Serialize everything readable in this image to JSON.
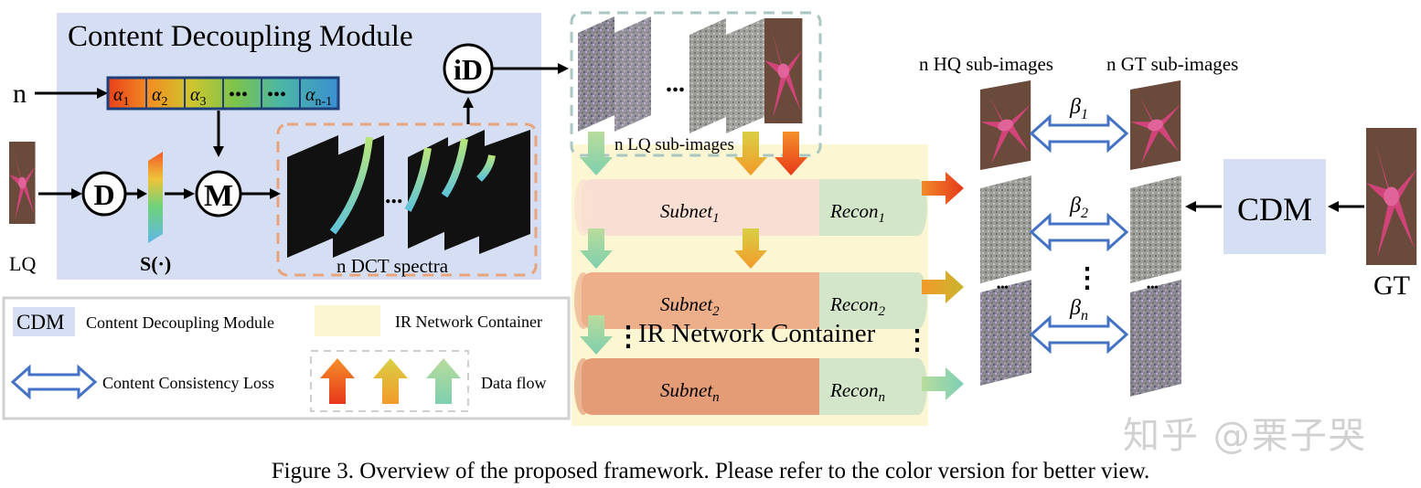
{
  "cdm_panel": {
    "title": "Content Decoupling Module",
    "n_input": "n",
    "alphas": [
      "α",
      "α",
      "α",
      "•••",
      "•••",
      "α"
    ],
    "alpha_subs": [
      "1",
      "2",
      "3",
      "",
      "",
      "n-1"
    ],
    "op_D": "D",
    "op_M": "M",
    "op_iD": "iD",
    "lq_label": "LQ",
    "s_label": "S(·)",
    "dct_label": "n DCT spectra",
    "dots": "..."
  },
  "lq_subimages": {
    "label": "n LQ sub-images",
    "dots": "..."
  },
  "ir_container": {
    "label": "IR Network Container",
    "subnets": [
      {
        "name": "Subnet",
        "sub": "1",
        "recon": "Recon",
        "recon_sub": "1"
      },
      {
        "name": "Subnet",
        "sub": "2",
        "recon": "Recon",
        "recon_sub": "2"
      },
      {
        "name": "Subnet",
        "sub": "n",
        "recon": "Recon",
        "recon_sub": "n"
      }
    ],
    "dots": "⋮"
  },
  "right": {
    "hq_label": "n HQ sub-images",
    "gt_label": "n GT sub-images",
    "betas": [
      {
        "sym": "β",
        "sub": "1"
      },
      {
        "sym": "β",
        "sub": "2"
      },
      {
        "sym": "β",
        "sub": "n"
      }
    ],
    "cdm": "CDM",
    "gt": "GT",
    "dots": "⋮",
    "small_dots": "•••"
  },
  "legend": {
    "cdm_abbr": "CDM",
    "cdm_text": "Content Decoupling Module",
    "ir_text": "IR Network Container",
    "loss_text": "Content Consistency Loss",
    "flow_text": "Data flow"
  },
  "caption": "Figure 3. Overview of the proposed framework. Please refer to the color version for better view.",
  "watermark": "知乎 @栗子哭",
  "colors": {
    "cdm_bg": "#d5def2",
    "ir_bg": "#fdf6d2",
    "arrow_blue": "#4472c4",
    "dct_black": "#111111",
    "subnet1": "#f9dfd3",
    "subnet2": "#edae8a",
    "subnetn": "#e39c76",
    "recon": "#d3e6c9"
  }
}
